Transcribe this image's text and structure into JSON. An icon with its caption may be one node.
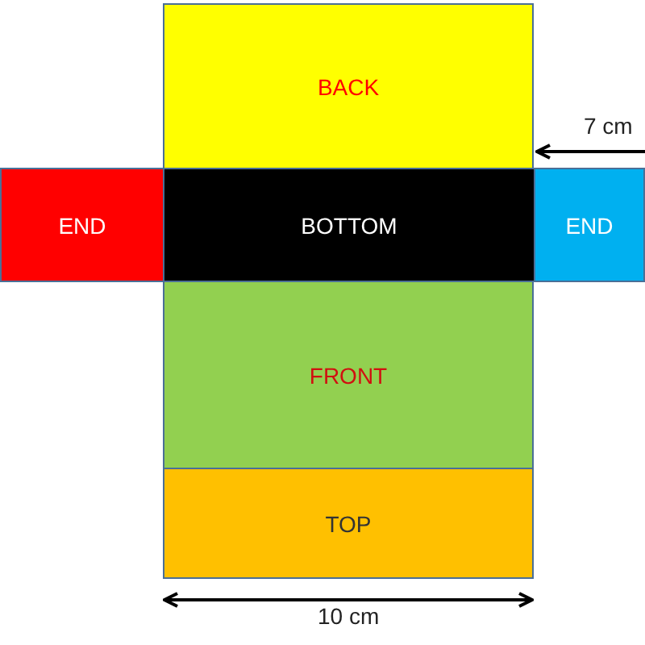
{
  "diagram": {
    "nodes": [
      {
        "text": [
          "BACK"
        ]
      },
      {
        "text": [
          "END"
        ]
      },
      {
        "text": [
          "BOTTOM"
        ]
      },
      {
        "text": [
          "END"
        ]
      },
      {
        "text": [
          "FRONT"
        ]
      },
      {
        "text": [
          "TOP"
        ]
      }
    ],
    "edges": [],
    "labels": [
      "7 cm",
      "10 cm"
    ]
  }
}
